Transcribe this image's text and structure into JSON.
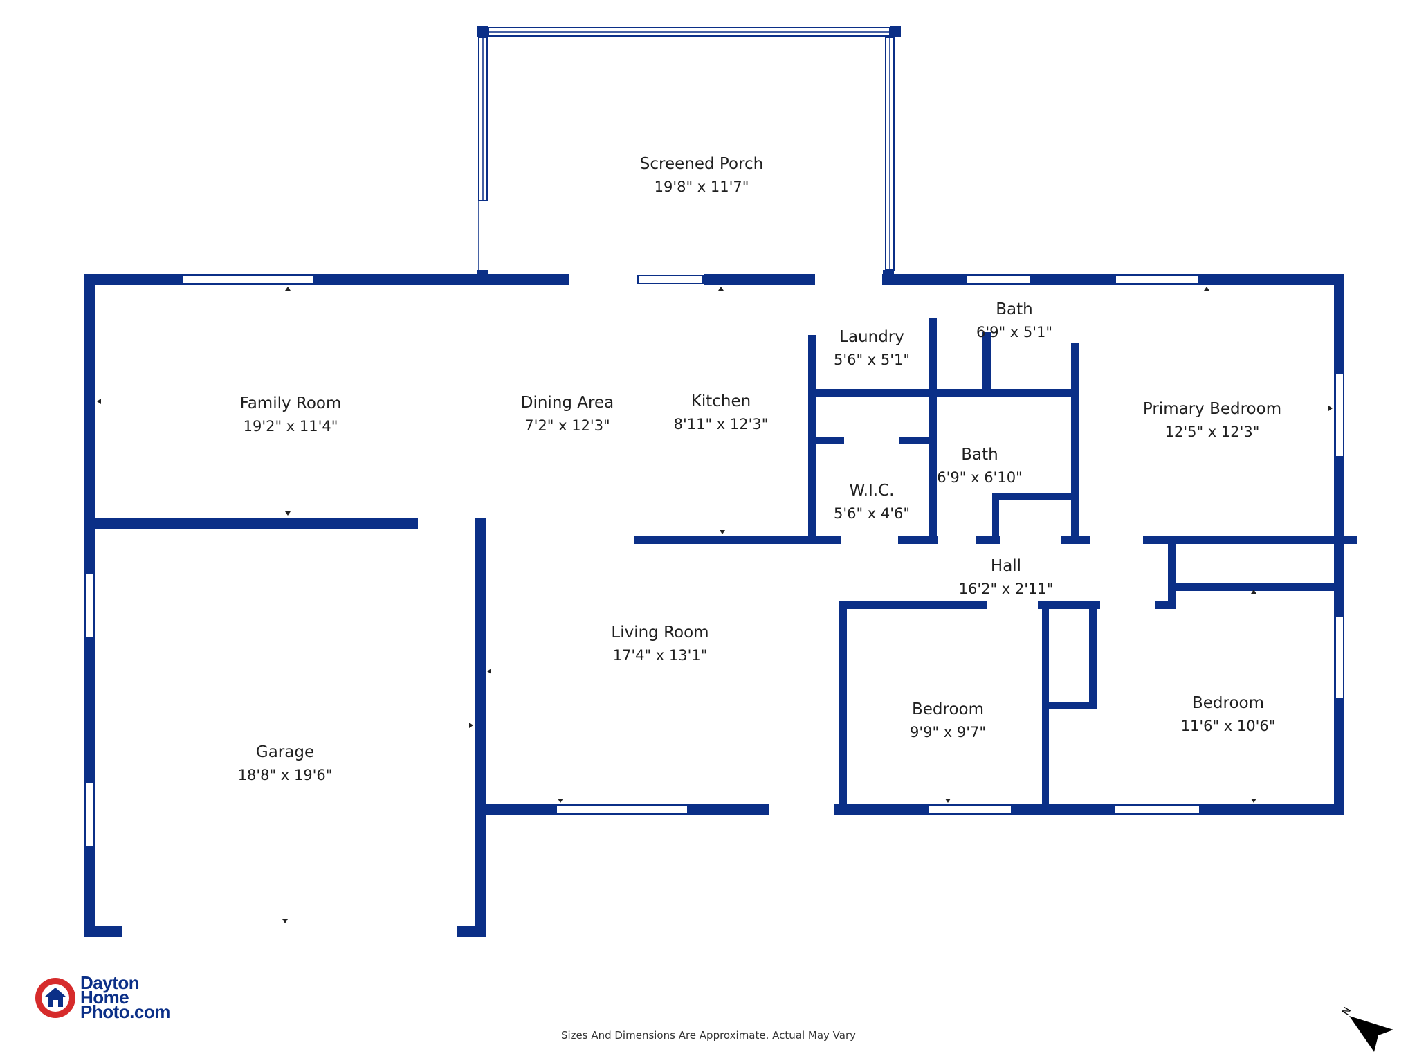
{
  "rooms": [
    {
      "name": "Screened Porch",
      "dims": "19'8\" x 11'7\""
    },
    {
      "name": "Family Room",
      "dims": "19'2\" x 11'4\""
    },
    {
      "name": "Dining Area",
      "dims": "7'2\" x 12'3\""
    },
    {
      "name": "Kitchen",
      "dims": "8'11\" x 12'3\""
    },
    {
      "name": "Laundry",
      "dims": "5'6\" x 5'1\""
    },
    {
      "name": "Bath",
      "dims": "6'9\" x 5'1\""
    },
    {
      "name": "Primary Bedroom",
      "dims": "12'5\" x 12'3\""
    },
    {
      "name": "Bath",
      "dims": "6'9\" x 6'10\""
    },
    {
      "name": "W.I.C.",
      "dims": "5'6\" x 4'6\""
    },
    {
      "name": "Hall",
      "dims": "16'2\" x 2'11\""
    },
    {
      "name": "Living Room",
      "dims": "17'4\" x 13'1\""
    },
    {
      "name": "Bedroom",
      "dims": "9'9\" x 9'7\""
    },
    {
      "name": "Bedroom",
      "dims": "11'6\" x 10'6\""
    },
    {
      "name": "Garage",
      "dims": "18'8\" x 19'6\""
    }
  ],
  "logo": {
    "line1": "Dayton",
    "line2": "Home",
    "line3": "Photo.com"
  },
  "disclaimer": "Sizes And Dimensions Are Approximate. Actual May Vary",
  "north_label": "N",
  "colors": {
    "wall": "#0b2f87",
    "logo_red": "#d62b2b"
  }
}
